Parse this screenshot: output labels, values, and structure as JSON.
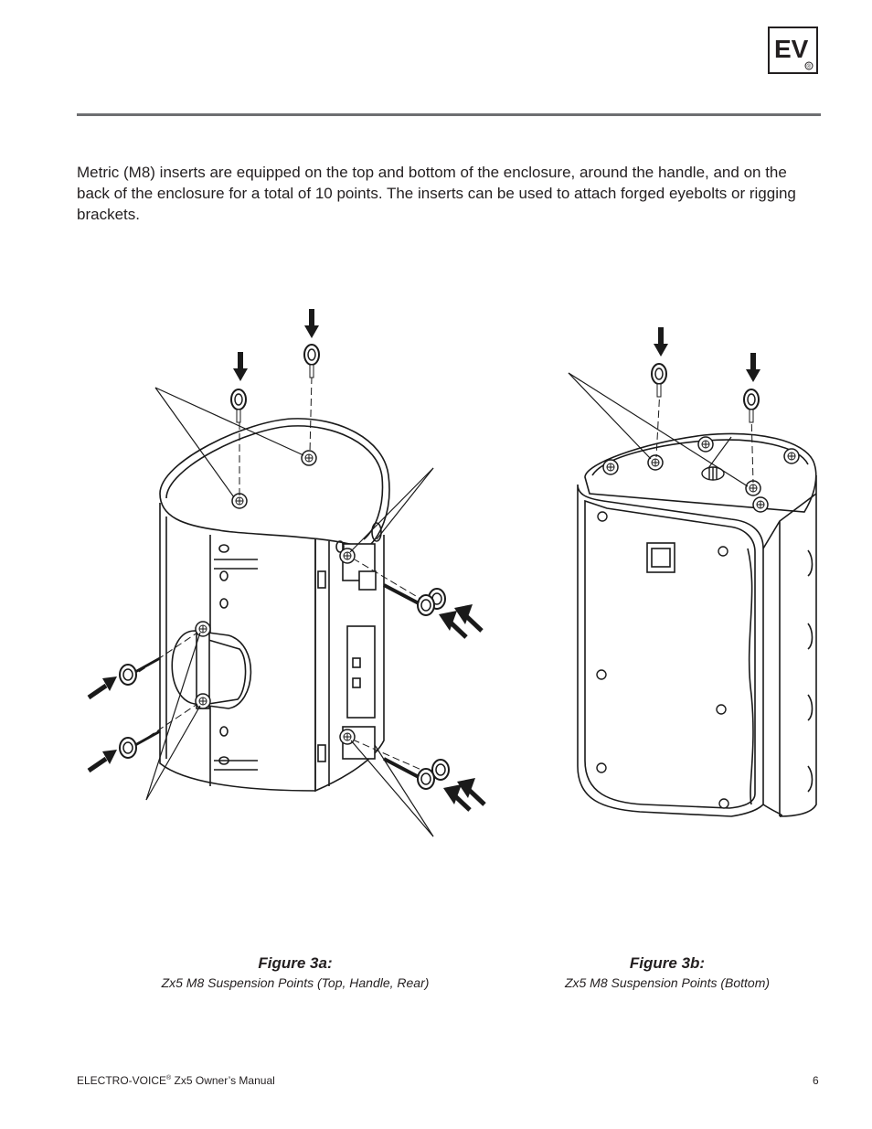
{
  "header": {
    "logo_text": "EV",
    "logo_mark": "®"
  },
  "body": {
    "paragraph": "Metric (M8) inserts are equipped on the top and bottom of the enclosure, around the handle, and on the back of the enclosure for a total of 10 points.  The inserts can be used to attach forged eyebolts or rigging brackets."
  },
  "figures": [
    {
      "title": "Figure 3a:",
      "subtitle": "Zx5 M8 Suspension Points (Top, Handle, Rear)"
    },
    {
      "title": "Figure 3b:",
      "subtitle": "Zx5 M8 Suspension Points (Bottom)"
    }
  ],
  "footer": {
    "brand": "ELECTRO-VOICE",
    "registered": "®",
    "manual": " Zx5 Owner’s Manual",
    "page_number": "6"
  },
  "colors": {
    "text": "#231f20",
    "rule": "#6d6e71",
    "line_art": "#1a1a1a"
  }
}
